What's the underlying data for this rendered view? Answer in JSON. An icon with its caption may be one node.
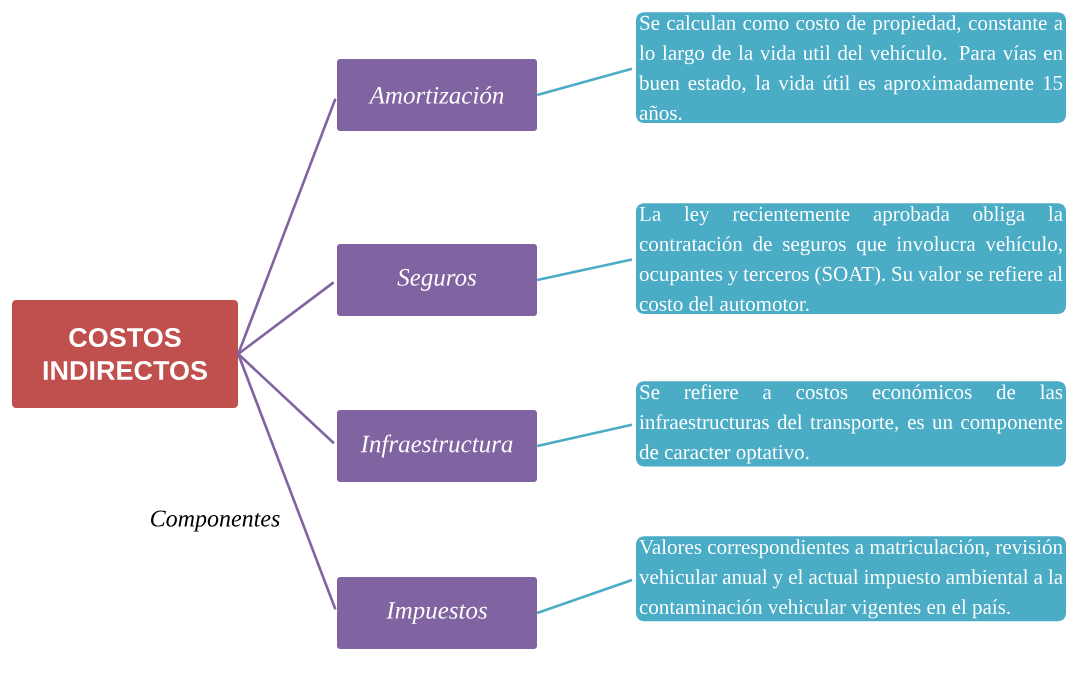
{
  "diagram": {
    "nodes": [
      {
        "text": [
          "COSTOS INDIRECTOS"
        ]
      },
      {
        "text": [
          "Amortización"
        ]
      },
      {
        "text": [
          "Seguros"
        ]
      },
      {
        "text": [
          "Infraestructura"
        ]
      },
      {
        "text": [
          "Impuestos"
        ]
      },
      {
        "text": [
          "Se calculan como costo de propiedad, constante a lo largo de la vida util del vehículo. Para vías en buen estado, la vida útil es aproximadamente 15 años."
        ]
      },
      {
        "text": [
          "La ley recientemente aprobada obliga la contratación de seguros que involucra vehículo, ocupantes y terceros (SOAT). Su valor se refiere al costo del automotor."
        ]
      },
      {
        "text": [
          "Se refiere a costos económicos de las infraestructuras del transporte, es un componente de caracter optativo."
        ]
      },
      {
        "text": [
          "Valores correspondientes a matriculación, revisión vehicular anual y el actual impuesto ambiental a la contaminación vehicular vigentes en el país."
        ]
      }
    ],
    "edges": [
      {
        "from": 0,
        "to": 1,
        "arrow": "none",
        "color": "#8064a2"
      },
      {
        "from": 0,
        "to": 2,
        "arrow": "none",
        "color": "#8064a2"
      },
      {
        "from": 0,
        "to": 3,
        "arrow": "none",
        "color": "#8064a2"
      },
      {
        "from": 0,
        "to": 4,
        "arrow": "none",
        "color": "#8064a2"
      },
      {
        "from": 1,
        "to": 5,
        "arrow": "none",
        "color": "#4bacc6"
      },
      {
        "from": 2,
        "to": 6,
        "arrow": "none",
        "color": "#4bacc6"
      },
      {
        "from": 3,
        "to": 7,
        "arrow": "none",
        "color": "#4bacc6"
      },
      {
        "from": 4,
        "to": 8,
        "arrow": "none",
        "color": "#4bacc6"
      }
    ],
    "labels": [
      "Componentes"
    ]
  }
}
